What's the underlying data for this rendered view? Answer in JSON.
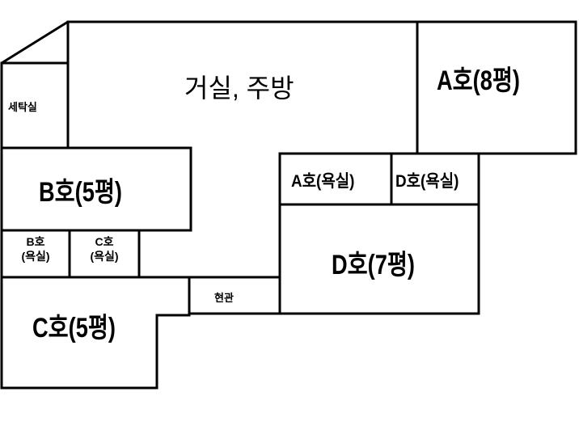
{
  "rooms": {
    "living": "거실, 주방",
    "room_a": "A호(8평)",
    "laundry": "세탁실",
    "room_b": "B호(5평)",
    "bath_a": "A호(욕실)",
    "bath_d": "D호(욕실)",
    "bath_b_line1": "B호",
    "bath_b_line2": "(욕실)",
    "bath_c_line1": "C호",
    "bath_c_line2": "(욕실)",
    "room_d": "D호(7평)",
    "entrance": "현관",
    "room_c": "C호(5평)"
  },
  "colors": {
    "wall": "#000000",
    "background": "#ffffff"
  }
}
